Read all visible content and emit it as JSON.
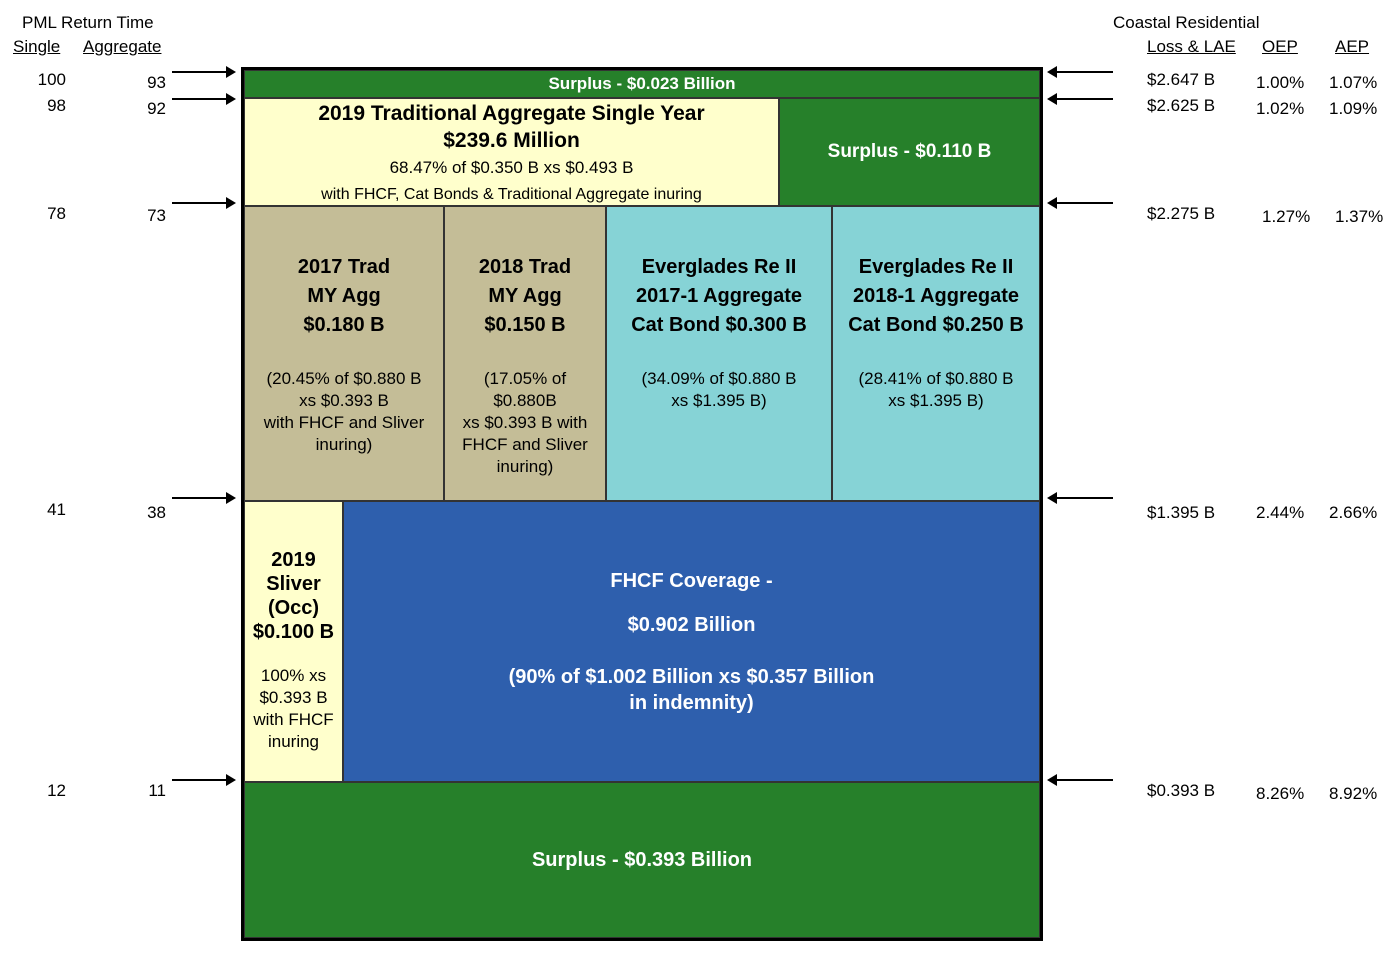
{
  "left_header": {
    "title": "PML Return Time",
    "single": "Single",
    "aggregate": "Aggregate"
  },
  "right_header": {
    "title": "Coastal Residential",
    "loss": "Loss & LAE",
    "oep": "OEP",
    "aep": "AEP"
  },
  "levels": [
    {
      "single": "100",
      "aggregate": "93",
      "loss": "$2.647 B",
      "oep": "1.00%",
      "aep": "1.07%"
    },
    {
      "single": "98",
      "aggregate": "92",
      "loss": "$2.625 B",
      "oep": "1.02%",
      "aep": "1.09%"
    },
    {
      "single": "78",
      "aggregate": "73",
      "loss": "$2.275 B",
      "oep": "1.27%",
      "aep": "1.37%"
    },
    {
      "single": "41",
      "aggregate": "38",
      "loss": "$1.395 B",
      "oep": "2.44%",
      "aep": "2.66%"
    },
    {
      "single": "12",
      "aggregate": "11",
      "loss": "$0.393 B",
      "oep": "8.26%",
      "aep": "8.92%"
    }
  ],
  "layers": {
    "surplus_top": "Surplus - $0.023 Billion",
    "trad_agg": {
      "title1": "2019 Traditional Aggregate Single Year",
      "title2": "$239.6 Million",
      "line1": "68.47% of $0.350 B xs $0.493 B",
      "line2": "with FHCF, Cat Bonds & Traditional Aggregate inuring"
    },
    "surplus_mid": "Surplus - $0.110 B",
    "trad_2017": {
      "l1": "2017 Trad",
      "l2": "MY Agg",
      "l3": "$0.180 B",
      "d1": "(20.45% of $0.880 B",
      "d2": "xs $0.393 B",
      "d3": "with FHCF and Sliver",
      "d4": "inuring)"
    },
    "trad_2018": {
      "l1": "2018 Trad",
      "l2": "MY Agg",
      "l3": "$0.150 B",
      "d1": "(17.05% of",
      "d2": "$0.880B",
      "d3": "xs $0.393 B with",
      "d4": "FHCF and Sliver",
      "d5": "inuring)"
    },
    "eg_2017": {
      "l1": "Everglades Re II",
      "l2": "2017-1 Aggregate",
      "l3": "Cat Bond $0.300 B",
      "d1": "(34.09% of $0.880 B",
      "d2": "xs $1.395 B)"
    },
    "eg_2018": {
      "l1": "Everglades Re II",
      "l2": "2018-1  Aggregate",
      "l3": "Cat Bond $0.250 B",
      "d1": "(28.41% of $0.880 B",
      "d2": "xs $1.395 B)"
    },
    "sliver": {
      "l1": "2019",
      "l2": "Sliver",
      "l3": "(Occ)",
      "l4": "$0.100 B",
      "d1": "100% xs",
      "d2": "$0.393 B",
      "d3": "with FHCF",
      "d4": "inuring"
    },
    "fhcf": {
      "l1": "FHCF Coverage -",
      "l2": "$0.902 Billion",
      "l3": "(90% of $1.002 Billion xs $0.357 Billion",
      "l4": "in indemnity)"
    },
    "surplus_bottom": "Surplus - $0.393 Billion"
  }
}
